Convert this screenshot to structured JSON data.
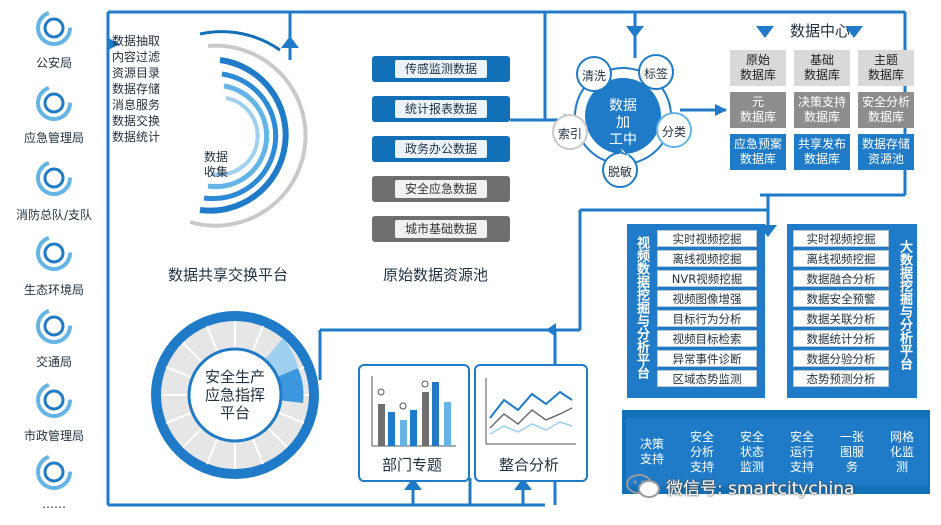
{
  "sidebar": {
    "departments": [
      "公安局",
      "应急管理局",
      "消防总队/支队",
      "生态环境局",
      "交通局",
      "市政管理局",
      "……"
    ]
  },
  "exchange_platform": {
    "title": "数据共享交换平台",
    "services": [
      "数据抽取",
      "内容过滤",
      "资源目录",
      "数据存储",
      "消息服务",
      "数据交换",
      "数据统计"
    ],
    "center_label_line1": "数据",
    "center_label_line2": "收集"
  },
  "raw_pool": {
    "title": "原始数据资源池",
    "items": [
      "传感监测数据",
      "统计报表数据",
      "政务办公数据",
      "安全应急数据",
      "城市基础数据"
    ]
  },
  "processing_center": {
    "title_line1": "数据加",
    "title_line2": "工中心",
    "nodes": [
      "清洗",
      "标签",
      "分类",
      "脱敏",
      "索引"
    ]
  },
  "data_center": {
    "title": "数据中心",
    "cells": [
      [
        "原始\n数据库",
        "基础\n数据库",
        "主题\n数据库"
      ],
      [
        "元\n数据库",
        "决策支持\n数据库",
        "安全分析\n数据库"
      ],
      [
        "应急预案\n数据库",
        "共享发布\n数据库",
        "数据存储\n资源池"
      ]
    ]
  },
  "video_mining": {
    "title": "视频数据挖掘与分析平台",
    "items": [
      "实时视频挖掘",
      "离线视频挖掘",
      "NVR视频挖掘",
      "视频图像增强",
      "目标行为分析",
      "视频目标检索",
      "异常事件诊断",
      "区域态势监测"
    ]
  },
  "bigdata_mining": {
    "title": "大数据挖掘与分析平台",
    "items": [
      "实时视频挖掘",
      "离线视频挖掘",
      "数据融合分析",
      "数据安全预警",
      "数据关联分析",
      "数据统计分析",
      "数据分验分析",
      "态势预测分析"
    ]
  },
  "applications": [
    "决策\n支持",
    "安全\n分析\n支持",
    "安全\n状态\n监测",
    "安全\n运行\n支持",
    "一张\n图服\n务",
    "网格\n化监\n测"
  ],
  "command_platform": {
    "title_line1": "安全生产",
    "title_line2": "应急指挥",
    "title_line3": "平台"
  },
  "dept_topics": {
    "title": "部门专题"
  },
  "integrated_analysis": {
    "title": "整合分析"
  },
  "watermark": {
    "text": "微信号: smartcitychina"
  },
  "colors": {
    "accent_blue": "#1f7bc8",
    "dark_blue": "#1170b8",
    "light_blue": "#64b4e6",
    "gray": "#8d8d8d"
  }
}
